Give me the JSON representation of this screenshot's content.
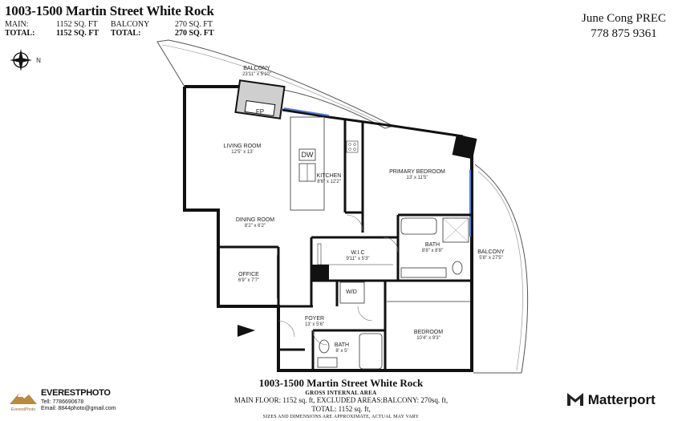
{
  "header": {
    "title": "1003-1500 Martin Street White Rock",
    "main_label": "MAIN:",
    "main_value": "1152 SQ. FT",
    "total_label": "TOTAL:",
    "total_value": "1152 SQ. FT",
    "balcony_label": "BALCONY",
    "balcony_value": "270  SQ. FT",
    "balcony_total_label": "TOTAL:",
    "balcony_total_value": "270 SQ. FT"
  },
  "agent": {
    "name": "June Cong PREC",
    "phone": "778 875 9361"
  },
  "compass": {
    "direction_label": "N",
    "icon": "compass-icon"
  },
  "rooms": [
    {
      "id": "balcony-top",
      "name": "BALCONY",
      "dims": "23'11\" x 5'10\""
    },
    {
      "id": "fireplace",
      "name": "FP"
    },
    {
      "id": "living-room",
      "name": "LIVING ROOM",
      "dims": "12'5\" x 13'"
    },
    {
      "id": "dishwasher",
      "name": "DW"
    },
    {
      "id": "kitchen",
      "name": "KITCHEN",
      "dims": "8'6\" x 12'2\""
    },
    {
      "id": "primary-bedroom",
      "name": "PRIMARY BEDROOM",
      "dims": "13' x 11'5\""
    },
    {
      "id": "dining-room",
      "name": "DINING ROOM",
      "dims": "8'2\" x 6'2\""
    },
    {
      "id": "bath-ensuite",
      "name": "BATH",
      "dims": "8'8\" x 8'8\""
    },
    {
      "id": "wic",
      "name": "W.I.C",
      "dims": "9'11\" x 5'3\""
    },
    {
      "id": "balcony-side",
      "name": "BALCONY",
      "dims": "5'8\" x 27'5\""
    },
    {
      "id": "office",
      "name": "OFFICE",
      "dims": "6'9\" x 7'7\""
    },
    {
      "id": "laundry",
      "name": "W/D"
    },
    {
      "id": "foyer",
      "name": "FOYER",
      "dims": "13' x 5'6\""
    },
    {
      "id": "bedroom",
      "name": "BEDROOM",
      "dims": "10'4\" x 9'3\""
    },
    {
      "id": "bath-main",
      "name": "BATH",
      "dims": "8' x 5'"
    }
  ],
  "footer": {
    "title": "1003-1500 Martin Street White Rock",
    "subtitle": "GROSS INTERNAL AREA",
    "line1": "MAIN FLOOR: 1152 sq. ft, EXCLUDED AREAS:BALCONY: 270sq. ft,",
    "line2": "TOTAL: 1152 sq. ft,",
    "disclaimer": "SIZES AND DIMENSIONS ARE APPROXIMATE, ACTUAL MAY VARY"
  },
  "branding": {
    "photographer": "EVERESTPHOTO",
    "photographer_tagline": "EverestPhoto",
    "tell": "Tell: 7786690678",
    "email": "Email: 8844photo@gmail.com",
    "platform": "Matterport"
  }
}
